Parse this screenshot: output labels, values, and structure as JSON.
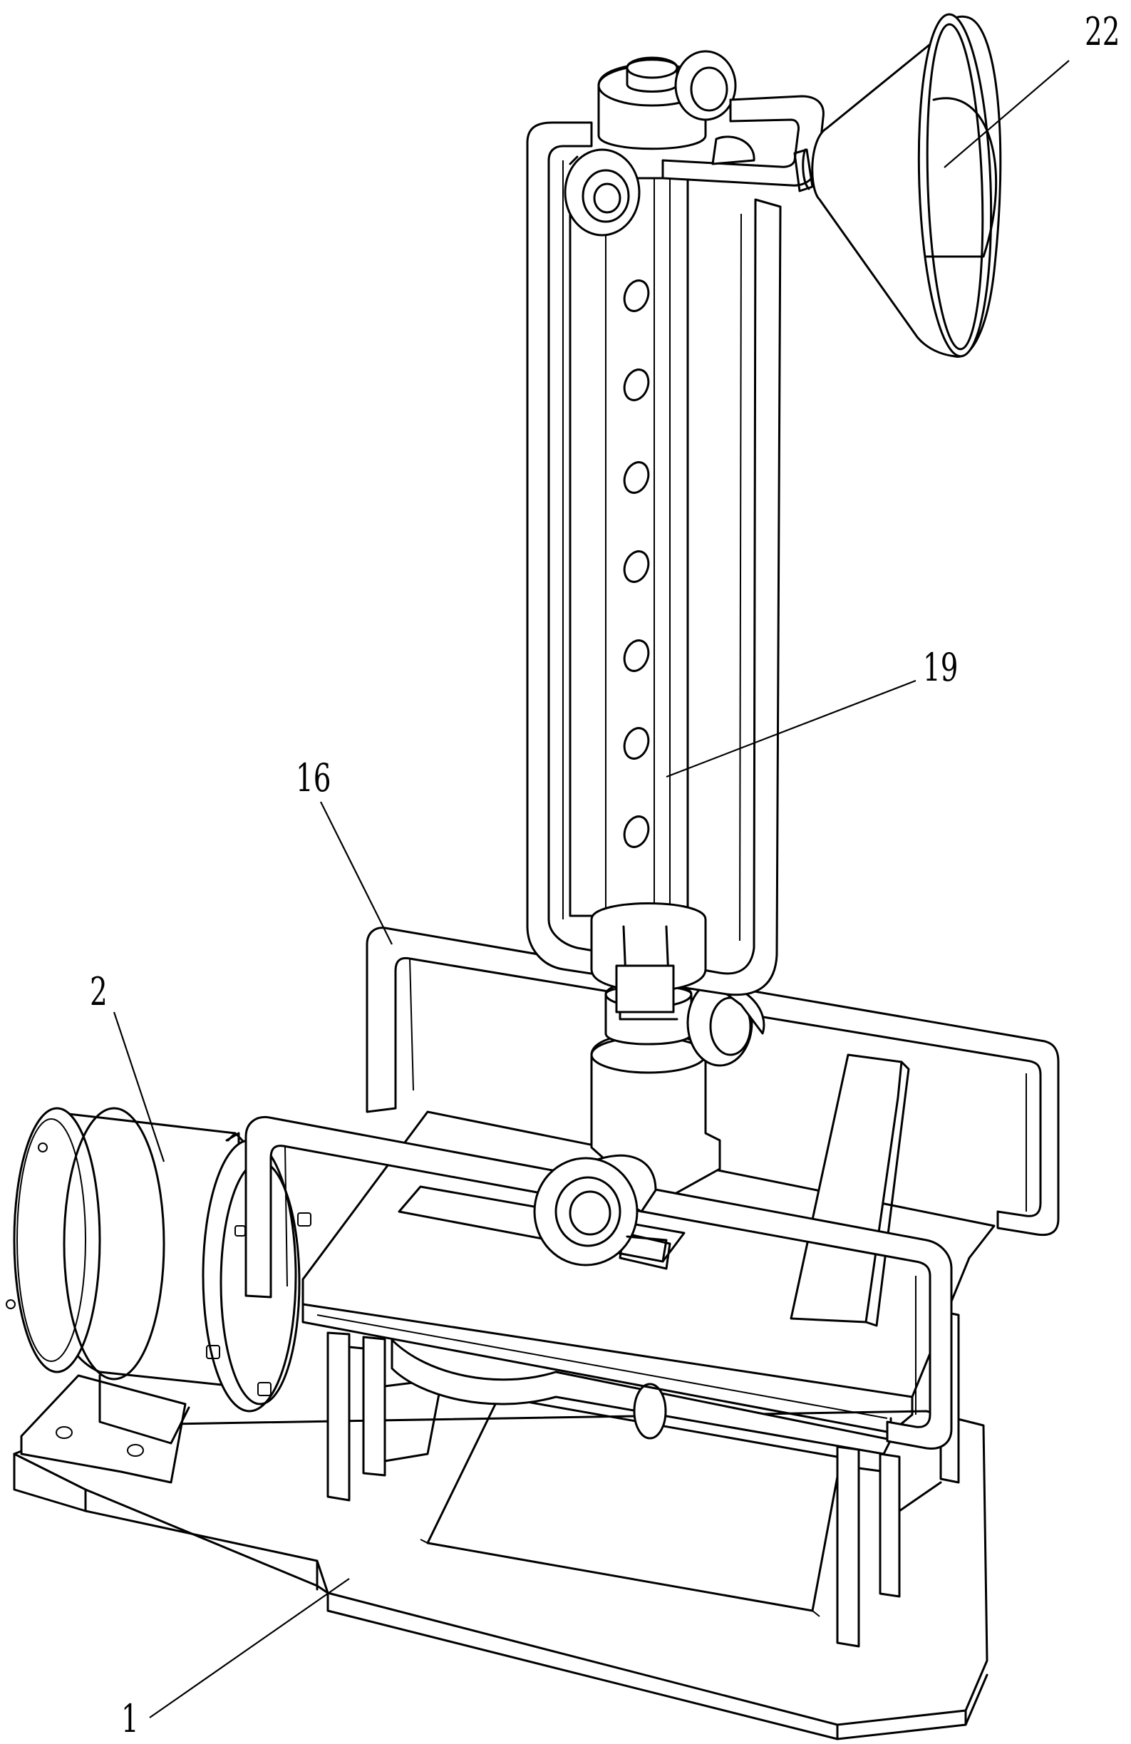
{
  "figure": {
    "callouts": [
      {
        "id": "c1",
        "text": "1"
      },
      {
        "id": "c2",
        "text": "2"
      },
      {
        "id": "c16",
        "text": "16"
      },
      {
        "id": "c19",
        "text": "19"
      },
      {
        "id": "c22",
        "text": "22"
      }
    ]
  }
}
